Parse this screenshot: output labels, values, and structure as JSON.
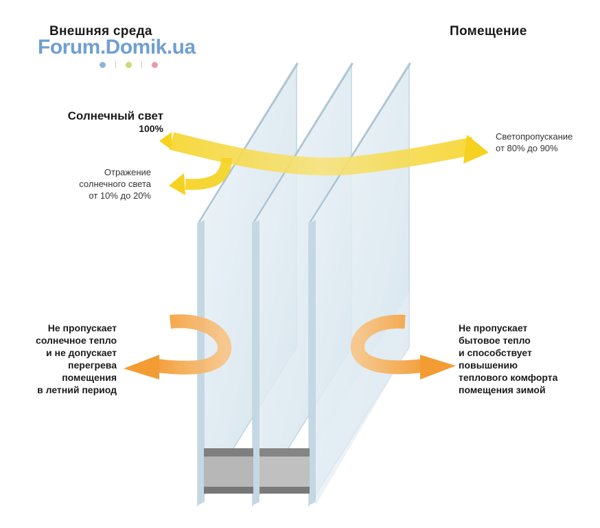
{
  "headings": {
    "outside": "Внешняя среда",
    "room": "Помещение"
  },
  "watermark": {
    "text": "Forum.Domik.ua",
    "dot_colors": [
      "#8fb4dc",
      "#c9d97a",
      "#e79aae"
    ]
  },
  "sunlight": {
    "title": "Солнечный свет",
    "percent": "100%"
  },
  "reflection": {
    "lines": [
      "Отражение",
      "солнечного света",
      "от 10% до 20%"
    ]
  },
  "transmission": {
    "lines": [
      "Светопропускание",
      "от 80% до 90%"
    ]
  },
  "heat_outside": {
    "lines": [
      "Не пропускает",
      "солнечное тепло",
      "и не допускает",
      "перегрева",
      "помещения",
      "в летний период"
    ]
  },
  "heat_inside": {
    "lines": [
      "Не пропускает",
      "бытовое тепло",
      "и способствует",
      "повышению",
      "теплового комфорта",
      "помещения зимой"
    ]
  },
  "colors": {
    "light_arrow": "#f5d21f",
    "heat_arrow": "#f3a33c",
    "glass": "#dbe9f1",
    "glass_edge": "#b7ccd8",
    "spacer": "#8c8c8c"
  }
}
